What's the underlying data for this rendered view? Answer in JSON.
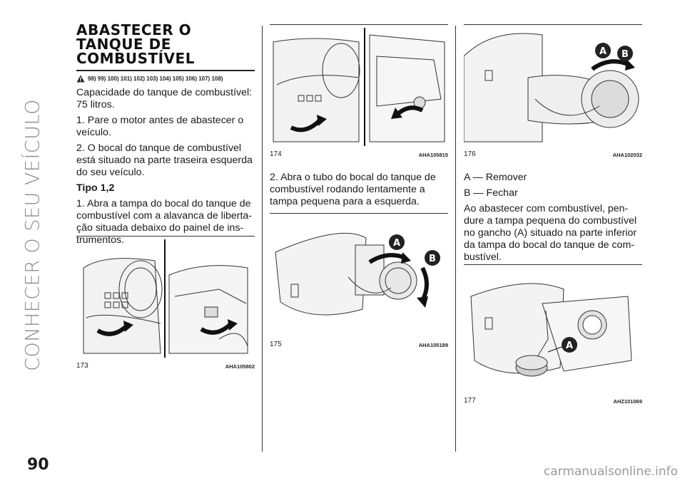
{
  "side_title": "CONHECER O SEU VEÍCULO",
  "page_number": "90",
  "watermark": "carmanualsonline.info",
  "section": {
    "title": "ABASTECER O TANQUE DE COMBUSTÍVEL",
    "warning_refs": "98) 99) 100) 101) 102) 103) 104) 105) 106) 107) 108)"
  },
  "col1": {
    "capacity": "Capacidade do tanque de combustível: 75 litros.",
    "step1": "1. Pare o motor antes de abastecer o veículo.",
    "step2": "2. O bocal do tanque de combustível está situado na parte traseira esquerda do seu veículo.",
    "subheading": "Tipo 1,2",
    "type_step1": "1. Abra a tampa do bocal do tanque de combustível com a alavanca de liberta-ção situada debaixo do painel de ins-trumentos."
  },
  "col2": {
    "step2": "2. Abra o tubo do bocal do tanque de combustível rodando lentamente a tampa pequena para a esquerda."
  },
  "col3": {
    "legend_a": "A — Remover",
    "legend_b": "B — Fechar",
    "text": "Ao abastecer com combustível, pen-dure a tampa pequena do combustível no gancho (A) situado na parte inferior da tampa do bocal do tanque de com-bustível."
  },
  "figures": {
    "fig173": {
      "number": "173",
      "code": "AHA105802"
    },
    "fig174": {
      "number": "174",
      "code": "AHA105815"
    },
    "fig175": {
      "number": "175",
      "code": "AHA105189",
      "label_a": "A",
      "label_b": "B"
    },
    "fig176": {
      "number": "176",
      "code": "AHA102032",
      "label_a": "A",
      "label_b": "B"
    },
    "fig177": {
      "number": "177",
      "code": "AHZ101069",
      "label_a": "A"
    }
  }
}
